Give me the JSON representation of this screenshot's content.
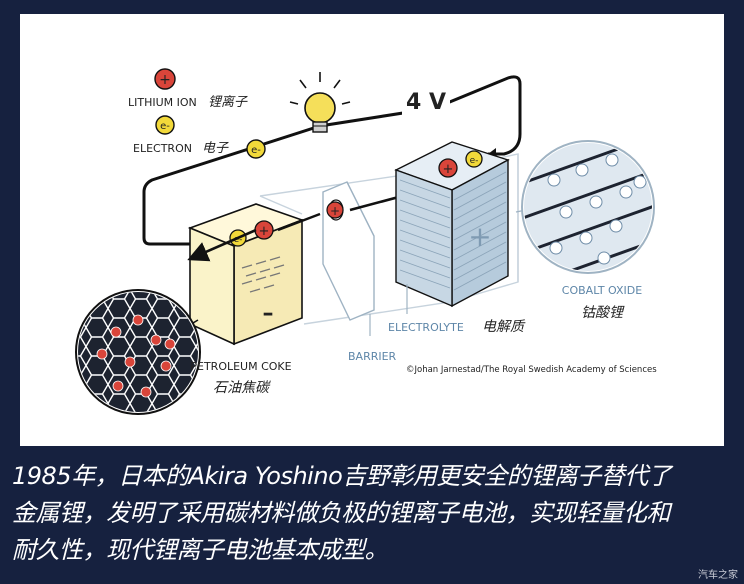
{
  "diagram": {
    "voltage": "4 V",
    "legend": {
      "ion_en": "LITHIUM ION",
      "ion_cn": "锂离子",
      "electron_en": "ELECTRON",
      "electron_cn": "电子"
    },
    "symbols": {
      "plus": "+",
      "electron": "e-",
      "minus": "–"
    },
    "labels": {
      "anode_en": "PETROLEUM COKE",
      "anode_cn": "石油焦碳",
      "barrier": "BARRIER",
      "electrolyte_en": "ELECTROLYTE",
      "electrolyte_cn": "电解质",
      "cathode_en": "COBALT OXIDE",
      "cathode_cn": "钴酸锂"
    },
    "credit": "©Johan Jarnestad/The Royal Swedish Academy of Sciences"
  },
  "caption": {
    "line1": "1985年，日本的Akira Yoshino吉野彰用更安全的锂离子替代了",
    "line2": "金属锂，发明了采用碳材料做负极的锂离子电池，实现轻量化和",
    "line3": "耐久性，现代锂离子电池基本成型。"
  },
  "watermark": "汽车之家",
  "colors": {
    "background": "#16213f",
    "ion": "#d9453a",
    "electron": "#f2d93a",
    "anode": "#faf3c9",
    "cathode": "#b6cbdc",
    "label_blue": "#5e86a8"
  },
  "icons": [
    "lightbulb-icon",
    "ion-icon",
    "electron-icon",
    "arrow-icon"
  ]
}
